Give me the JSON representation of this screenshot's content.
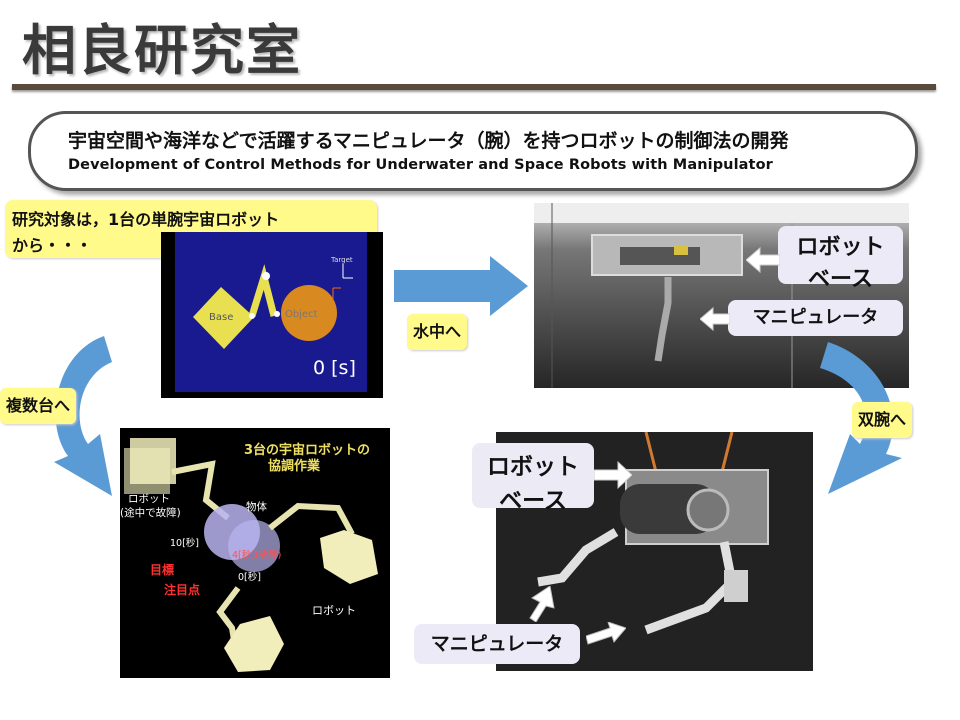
{
  "title": "相良研究室",
  "headline": {
    "jp": "宇宙空間や海洋などで活躍するマニピュレータ（腕）を持つロボットの制御法の開発",
    "en": "Development  of Control Methods for Underwater and Space Robots with Manipulator"
  },
  "callouts": {
    "intro_line1": "研究対象は，1台の単腕宇宙ロボット",
    "intro_line2": "から・・・",
    "underwater": "水中へ",
    "multiple": "複数台へ",
    "dual_arm": "双腕へ"
  },
  "sim1": {
    "base": "Base",
    "object": "Object",
    "target": "Target",
    "time": "0 [s]"
  },
  "photo1": {
    "robot_base_line1": "ロボット",
    "robot_base_line2": "ベース",
    "manipulator": "マニピュレータ"
  },
  "sim2": {
    "title_line1": "3台の宇宙ロボットの",
    "title_line2": "協調作業",
    "failed_robot_line1": "ロボット",
    "failed_robot_line2": "(途中で故障)",
    "object": "物体",
    "t10": "10[秒]",
    "t4": "4[秒](故障)",
    "t0": "0[秒]",
    "goal": "目標",
    "attention_point": "注目点",
    "robot": "ロボット"
  },
  "photo2": {
    "robot_base_line1": "ロボット",
    "robot_base_line2": "ベース",
    "manipulator": "マニピュレータ"
  },
  "colors": {
    "arrow_blue": "#5b9bd5",
    "callout_yellow": "#fffa8a",
    "label_lavender": "#eceaf7",
    "sim_blue": "#1a1a90"
  }
}
